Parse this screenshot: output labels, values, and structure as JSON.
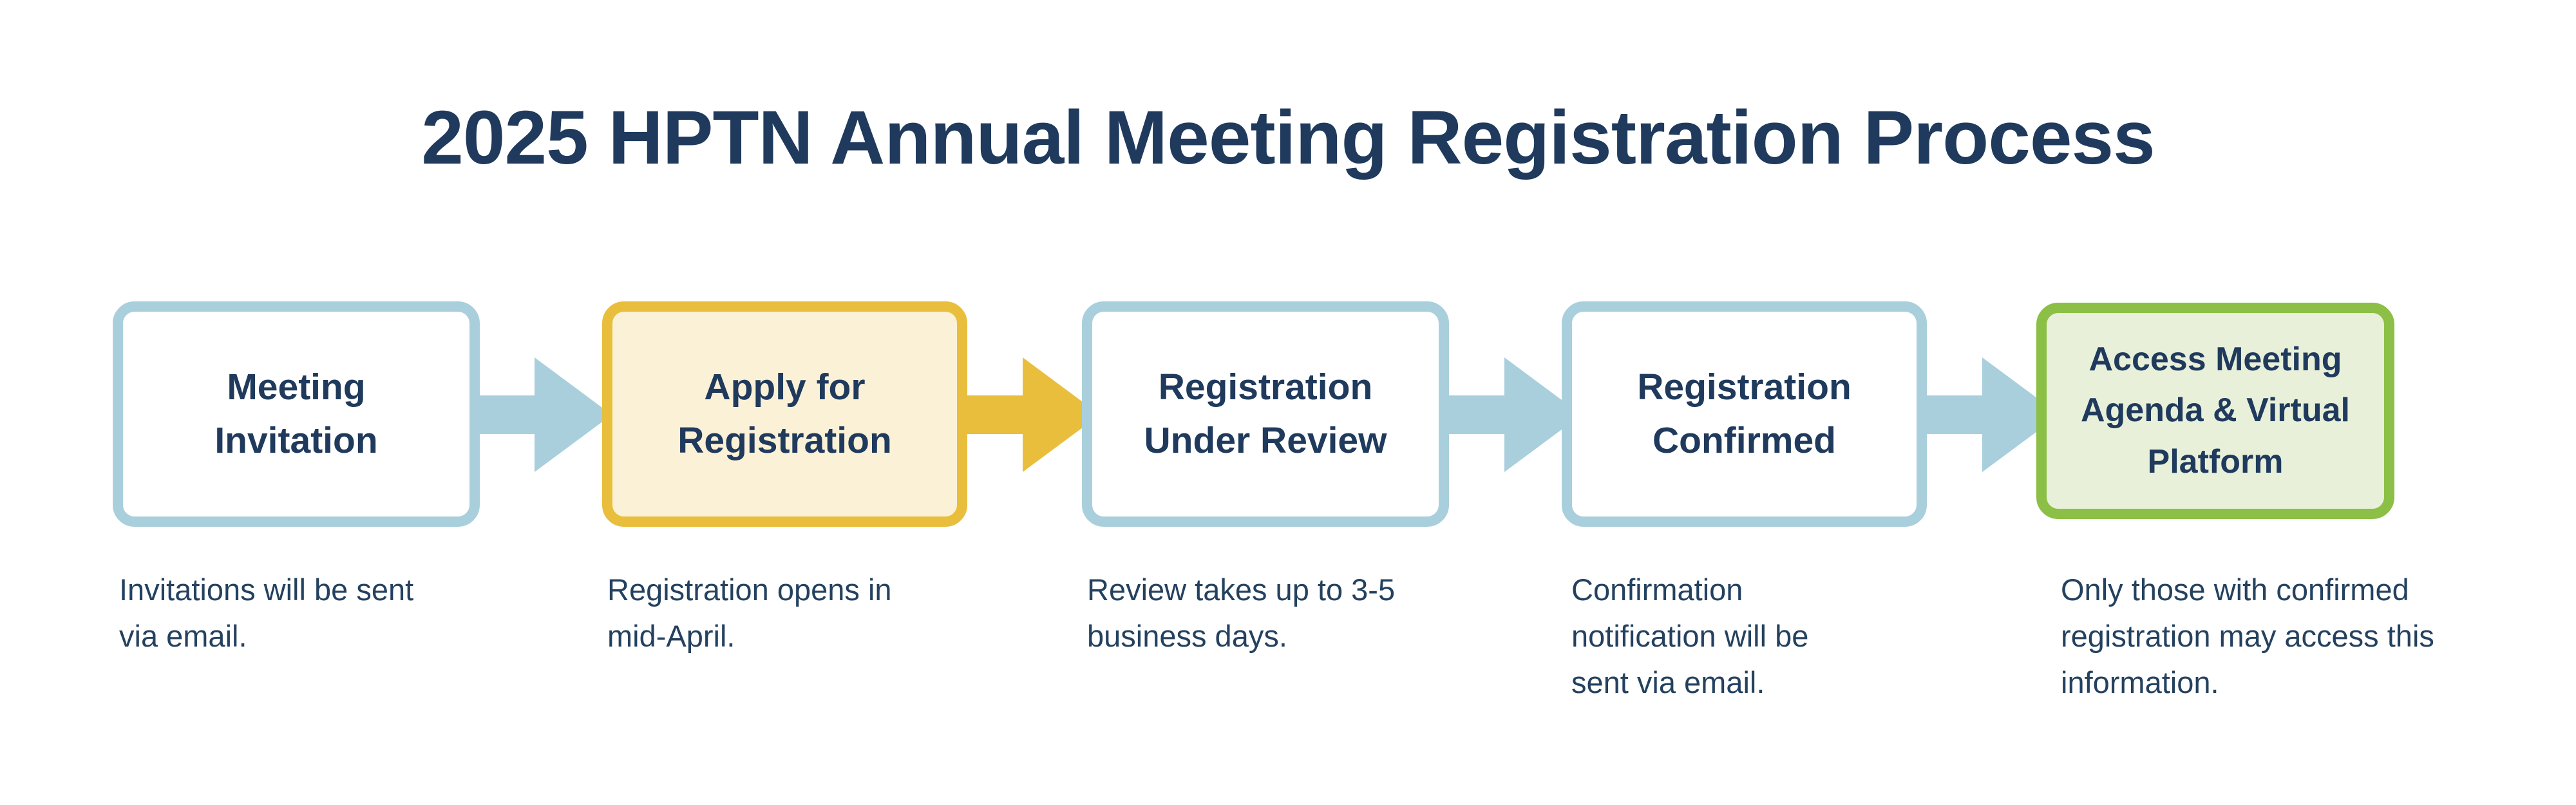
{
  "page": {
    "title": "2025 HPTN Annual Meeting Registration Process",
    "background_color": "#FFFFFF",
    "title_color": "#1F3A5C"
  },
  "palette": {
    "navy_text": "#1F3A5C",
    "caption_text": "#24415F",
    "blue_border": "#A9CFDC",
    "blue_arrow": "#A9CFDC",
    "gold_border": "#E8BE3C",
    "gold_fill": "#FBF1D7",
    "gold_arrow": "#E8BE3C",
    "green_border": "#8CBF45",
    "green_fill": "#E8F0DA",
    "white_fill": "#FFFFFF"
  },
  "flow": {
    "steps": [
      {
        "id": "meeting-invitation",
        "label": "Meeting\nInvitation",
        "style": "blue",
        "caption": "Invitations will be sent\nvia email.",
        "arrow_after": {
          "present": true,
          "color": "#A9CFDC",
          "direction": "right"
        }
      },
      {
        "id": "apply-for-registration",
        "label": "Apply for\nRegistration",
        "style": "gold",
        "caption": "Registration opens in\nmid-April.",
        "arrow_after": {
          "present": true,
          "color": "#E8BE3C",
          "direction": "right"
        }
      },
      {
        "id": "registration-under-review",
        "label": "Registration\nUnder Review",
        "style": "blue",
        "caption": "Review takes up to 3-5\nbusiness days.",
        "arrow_after": {
          "present": true,
          "color": "#A9CFDC",
          "direction": "right"
        }
      },
      {
        "id": "registration-confirmed",
        "label": "Registration\nConfirmed",
        "style": "blue",
        "caption": "Confirmation\nnotification will be\nsent via email.",
        "arrow_after": {
          "present": true,
          "color": "#A9CFDC",
          "direction": "right"
        }
      },
      {
        "id": "access-meeting-agenda-virtual-platform",
        "label": "Access Meeting\nAgenda & Virtual\nPlatform",
        "style": "green",
        "caption": "Only those with confirmed\nregistration may access this\ninformation.",
        "arrow_after": {
          "present": false,
          "color": "",
          "direction": ""
        }
      }
    ]
  }
}
